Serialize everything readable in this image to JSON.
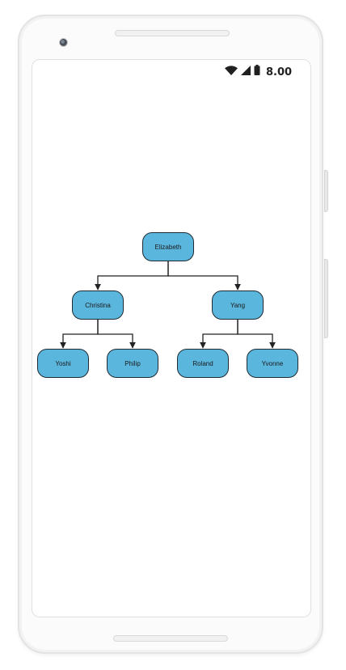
{
  "status_bar": {
    "time": "8.00",
    "icons": [
      "wifi-icon",
      "cellular-signal-icon",
      "battery-icon"
    ]
  },
  "diagram": {
    "colors": {
      "node_fill": "#5bb6de",
      "node_border": "#1e2b33",
      "connector": "#222222"
    },
    "nodes": {
      "root": {
        "label": "Elizabeth"
      },
      "left": {
        "label": "Christina"
      },
      "right": {
        "label": "Yang"
      },
      "left_left": {
        "label": "Yoshi"
      },
      "left_right": {
        "label": "Philip"
      },
      "right_left": {
        "label": "Roland"
      },
      "right_right": {
        "label": "Yvonne"
      }
    },
    "edges": [
      [
        "Elizabeth",
        "Christina"
      ],
      [
        "Elizabeth",
        "Yang"
      ],
      [
        "Christina",
        "Yoshi"
      ],
      [
        "Christina",
        "Philip"
      ],
      [
        "Yang",
        "Roland"
      ],
      [
        "Yang",
        "Yvonne"
      ]
    ]
  }
}
